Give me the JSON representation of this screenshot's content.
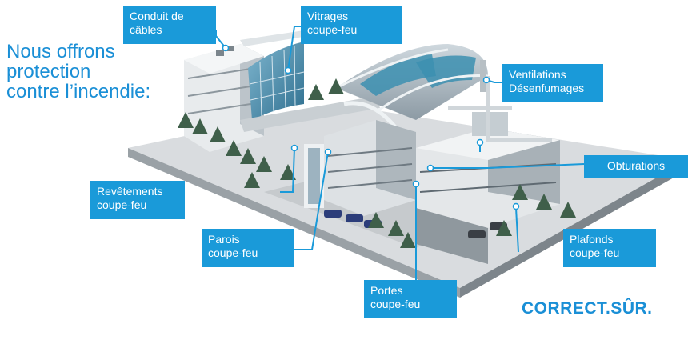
{
  "headline": [
    "Nous offrons",
    "protection",
    "contre l’incendie:"
  ],
  "callouts": [
    {
      "id": "conduit",
      "lines": [
        "Conduit de",
        "câbles"
      ]
    },
    {
      "id": "vitrages",
      "lines": [
        "Vitrages",
        "coupe-feu"
      ]
    },
    {
      "id": "ventilations",
      "lines": [
        "Ventilations",
        "Désenfumages"
      ]
    },
    {
      "id": "obturations",
      "lines": [
        "Obturations"
      ]
    },
    {
      "id": "revetements",
      "lines": [
        "Revêtements",
        "coupe-feu"
      ]
    },
    {
      "id": "parois",
      "lines": [
        "Parois",
        "coupe-feu"
      ]
    },
    {
      "id": "plafonds",
      "lines": [
        "Plafonds",
        "coupe-feu"
      ]
    },
    {
      "id": "portes",
      "lines": [
        "Portes",
        "coupe-feu"
      ]
    }
  ],
  "slogan": "CORRECT.SÛR.",
  "colors": {
    "accent": "#1a9ad9",
    "headline": "#1a8fd6"
  }
}
